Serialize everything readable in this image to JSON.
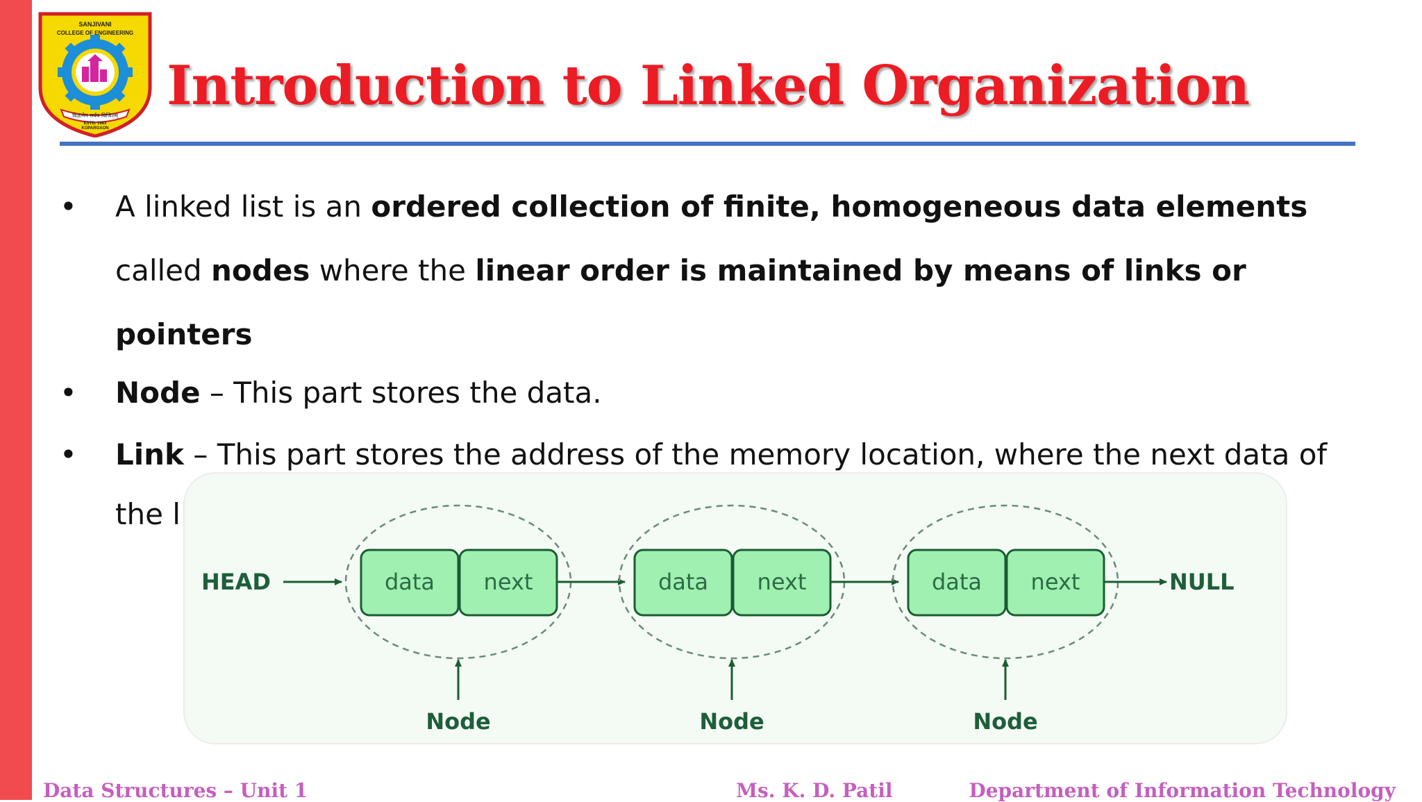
{
  "logo": {
    "college_name_line1": "SANJIVANI",
    "college_name_line2": "COLLEGE OF ENGINEERING",
    "motto": "विज्ञानेन सर्वत्र विजितम्",
    "estd": "ESTD. 1983",
    "location": "KOPARGAON"
  },
  "slide": {
    "title": "Introduction to Linked Organization"
  },
  "bullets": [
    {
      "p1": "A linked list is an ",
      "p2": "ordered collection of finite, homogeneous data elements",
      "p3": " called ",
      "p4": "nodes",
      "p5": " where the ",
      "p6": "linear order is maintained by means of links or pointers"
    },
    {
      "term": "Node",
      "text": " – This part stores the data."
    },
    {
      "term": "Link",
      "text": " – This part stores the address of the memory location, where the next data of the list is stored."
    }
  ],
  "diagram": {
    "head_label": "HEAD",
    "null_label": "NULL",
    "nodes": [
      {
        "data_label": "data",
        "next_label": "next",
        "caption": "Node"
      },
      {
        "data_label": "data",
        "next_label": "next",
        "caption": "Node"
      },
      {
        "data_label": "data",
        "next_label": "next",
        "caption": "Node"
      }
    ],
    "colors": {
      "node_fill": "#9ff0b1",
      "node_stroke": "#1a5c33",
      "label_color": "#1e5e3a",
      "cell_text": "#2e6b45",
      "arrow": "#1a5c33",
      "ellipse_stroke": "#6a8a78"
    }
  },
  "footer": {
    "left": "Data Structures – Unit 1",
    "center": "Ms. K. D. Patil",
    "right": "Department of Information Technology"
  },
  "colors": {
    "title": "#ec1c24",
    "rule": "#4472c4",
    "left_bar": "#f24b4f",
    "footer": "#c55fbf"
  }
}
